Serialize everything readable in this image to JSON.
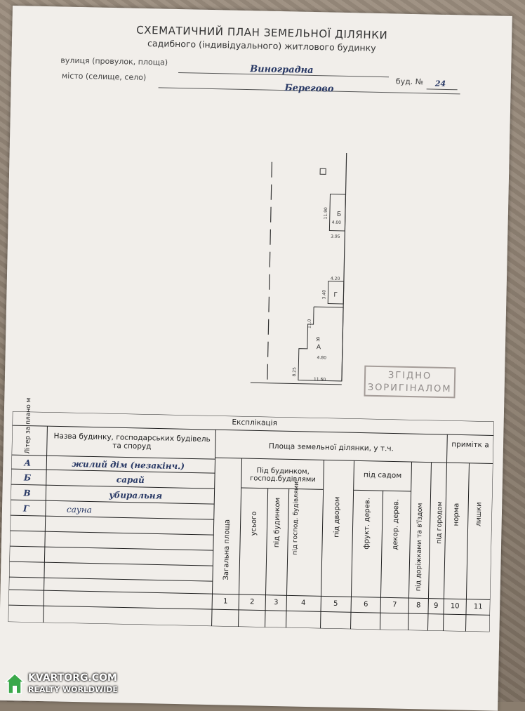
{
  "doc": {
    "title": "СХЕМАТИЧНИЙ ПЛАН ЗЕМЕЛЬНОЇ ДІЛЯНКИ",
    "subtitle": "садибного (індивідуального) житлового будинку"
  },
  "address": {
    "street_label": "вулиця (провулок, площа)",
    "street_value": "Виноградна",
    "house_label": "буд. №",
    "house_value": "24",
    "city_label": "місто (селище, село)",
    "city_value": "Берегово"
  },
  "plan": {
    "labels": [
      "Б",
      "Г",
      "А",
      "Я"
    ],
    "dims": [
      "11.90",
      "4.00",
      "3.95",
      "4.20",
      "3.40",
      "11.0",
      "11.60",
      "8.25",
      "4.80"
    ]
  },
  "stamp": {
    "line1": "ЗГІДНО",
    "line2": "ЗОРИГІНАЛОМ"
  },
  "table": {
    "title": "Експлікація",
    "headers": {
      "liter": "Літер за плано м",
      "name": "Назва будинку, господарських будівель та споруд",
      "area": "Площа земельної ділянки, у т.ч.",
      "note": "примітк а",
      "under_buildings": "Під будинком, господ.будівлями",
      "under_garden": "під садом",
      "total": "Загальна площа",
      "all": "усього",
      "under_house": "під будинком",
      "under_outbuildings": "під господ. будівлями",
      "under_yard": "під двором",
      "fruit_trees": "фрукт. дерев.",
      "decor_trees": "декор. дерев.",
      "paths": "під доріжками та в'їздом",
      "vegetable": "під городом",
      "norm": "норма",
      "excess": "лишки"
    },
    "col_numbers": [
      "1",
      "2",
      "3",
      "4",
      "5",
      "6",
      "7",
      "8",
      "9",
      "10",
      "11"
    ],
    "rows": [
      {
        "liter": "А",
        "name": "жилий дім (незакінч.)"
      },
      {
        "liter": "Б",
        "name": "сарай"
      },
      {
        "liter": "В",
        "name": "убиральня"
      },
      {
        "liter": "Г",
        "name": "сауна"
      }
    ]
  },
  "watermark": {
    "brand": "KVARTORG.COM",
    "tagline": "REALTY WORLDWIDE"
  }
}
